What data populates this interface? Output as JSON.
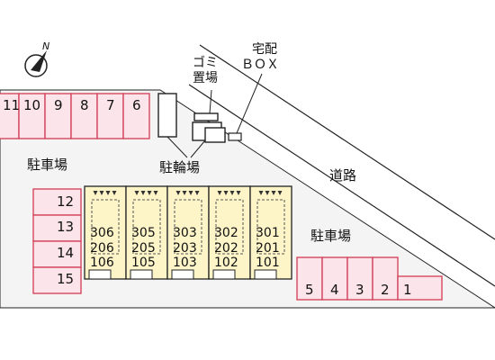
{
  "north_label": "N",
  "labels": {
    "garbage_top": "ゴミ",
    "garbage_bottom": "置場",
    "delivery_top": "宅配",
    "delivery_bottom": "ＢＯＸ",
    "bicycle_parking": "駐輪場",
    "road": "道路",
    "parking_left": "駐車場",
    "parking_right": "駐車場"
  },
  "parking_top_row": [
    "11",
    "10",
    "9",
    "8",
    "7",
    "6"
  ],
  "parking_left_col": [
    "12",
    "13",
    "14",
    "15"
  ],
  "parking_bottom_row": [
    "5",
    "4",
    "3",
    "2",
    "1"
  ],
  "units": [
    [
      "306",
      "206",
      "106"
    ],
    [
      "305",
      "205",
      "105"
    ],
    [
      "303",
      "203",
      "103"
    ],
    [
      "302",
      "202",
      "102"
    ],
    [
      "301",
      "201",
      "101"
    ]
  ],
  "colors": {
    "parking_stroke": "#d4465e",
    "parking_fill": "#fbe4ea",
    "building_fill": "#fdf5c8",
    "line": "#222222"
  }
}
